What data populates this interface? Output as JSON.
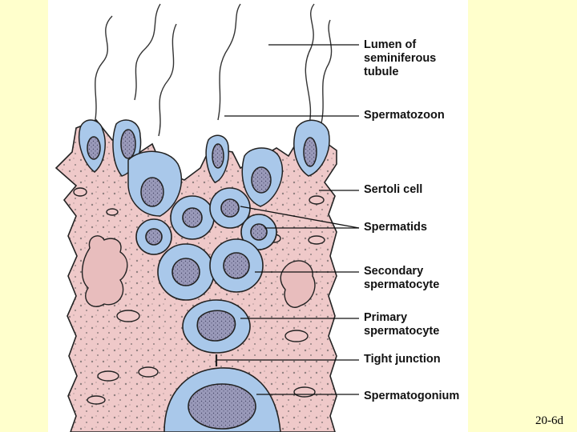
{
  "labels": {
    "lumen": [
      "Lumen of",
      "seminiferous",
      "tubule"
    ],
    "spermatozoon": "Spermatozoon",
    "sertoli": "Sertoli cell",
    "spermatids": "Spermatids",
    "secondary": [
      "Secondary",
      "spermatocyte"
    ],
    "primary": [
      "Primary",
      "spermatocyte"
    ],
    "tight_junction": "Tight junction",
    "spermatogonium": "Spermatogonium"
  },
  "slide_number": "20-6d",
  "colors": {
    "background": "#FFFFCC",
    "panel": "#FFFFFF",
    "sertoli_cytoplasm": "#EFC9C9",
    "germ_cell": "#A9C8EA",
    "nucleus": "#9A9ABA",
    "outline": "#222222"
  }
}
